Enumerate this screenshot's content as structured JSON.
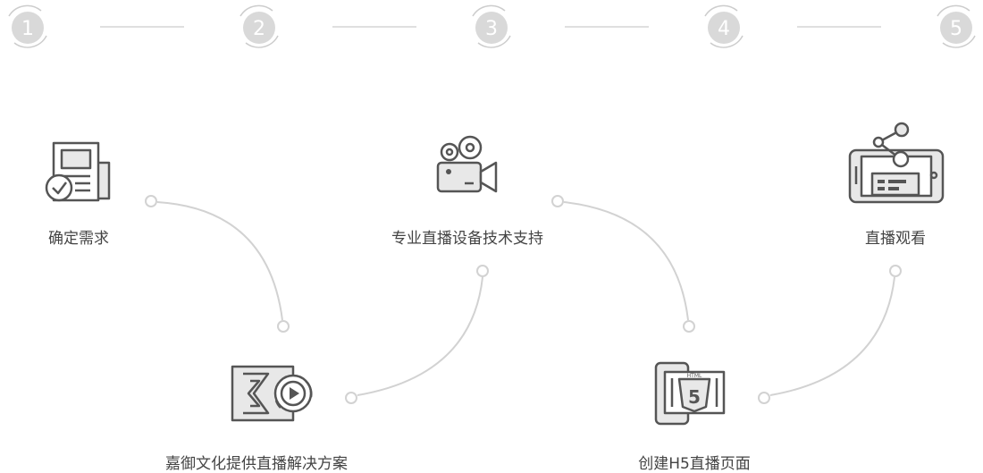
{
  "steps": [
    {
      "number": "1",
      "label": "确定需求",
      "icon": "newspaper-check-icon"
    },
    {
      "number": "2",
      "label": "嘉御文化提供直播解决方案",
      "icon": "film-play-icon"
    },
    {
      "number": "3",
      "label": "专业直播设备技术支持",
      "icon": "video-camera-icon"
    },
    {
      "number": "4",
      "label": "创建H5直播页面",
      "icon": "html5-tablet-icon"
    },
    {
      "number": "5",
      "label": "直播观看",
      "icon": "phone-share-icon"
    }
  ],
  "html5_badge": {
    "text": "HTML",
    "digit": "5"
  },
  "colors": {
    "badge_fill": "#d9d9d9",
    "badge_ring": "#cccccc",
    "badge_text": "#ffffff",
    "connector": "#d2d2d2",
    "icon_stroke": "#555555",
    "icon_fill": "#e8e8e8",
    "label": "#444444"
  }
}
